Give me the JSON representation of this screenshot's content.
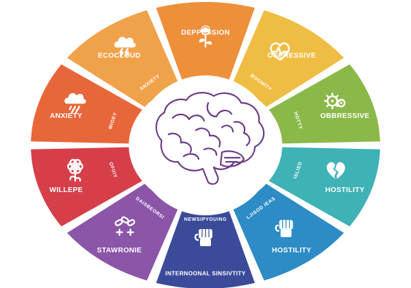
{
  "colors": {
    "background": "#ffffff",
    "brain_stroke": "#6a3a86",
    "inner_circle": "#ffffff"
  },
  "segments": [
    {
      "id": "depression",
      "label": "DEPPESSION",
      "sub": "",
      "icon": "rose-icon",
      "color": "#ee8f3a"
    },
    {
      "id": "obsessive-top",
      "label": "OSERESSIVE",
      "sub": "BOOMITY",
      "icon": "heart-pulse-icon",
      "color": "#f0bd44"
    },
    {
      "id": "obbressive",
      "label": "OBBRESSIVE",
      "sub": "HOTTY",
      "icon": "virus-icon",
      "color": "#8bb949"
    },
    {
      "id": "hostility-upper",
      "label": "HOSTILITY",
      "sub": "ISLIED",
      "icon": "broken-heart-icon",
      "color": "#3fb2b6"
    },
    {
      "id": "hostility-lower",
      "label": "HOSTILITY",
      "sub": "LJISOD IEAS",
      "icon": "fist-icon",
      "color": "#2d8bc5"
    },
    {
      "id": "interpersonal",
      "label": "INTERNOONAL SINSIVTITY",
      "sub": "NEWSIPYOUING",
      "icon": "raised-fist-icon",
      "color": "#3b4b9a"
    },
    {
      "id": "stawronie",
      "label": "STAWRONIE",
      "sub": "DAISBEORSI",
      "icon": "chain-plus-icon",
      "color": "#8b55a8"
    },
    {
      "id": "willepe",
      "label": "WILLEPE",
      "sub": "OFIIIY",
      "icon": "flower-icon",
      "color": "#d63f4a"
    },
    {
      "id": "anxiety-left",
      "label": "ANXIETY",
      "sub": "MIOEY",
      "icon": "storm-cloud-icon",
      "color": "#e8673a"
    },
    {
      "id": "ecocloud",
      "label": "ECOCLOUD",
      "sub": "ANXIETY",
      "icon": "cloud-lightning-icon",
      "color": "#f0a24b"
    }
  ]
}
